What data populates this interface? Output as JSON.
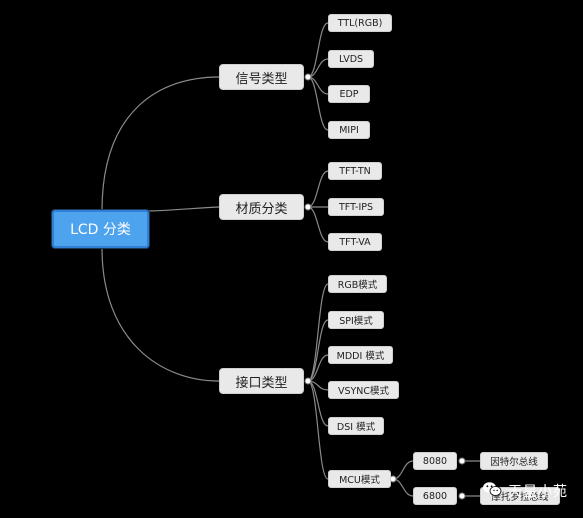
{
  "root": {
    "label": "LCD 分类"
  },
  "categories": [
    {
      "key": "signal",
      "label": "信号类型",
      "items": [
        "TTL(RGB)",
        "LVDS",
        "EDP",
        "MIPI"
      ]
    },
    {
      "key": "material",
      "label": "材质分类",
      "items": [
        "TFT-TN",
        "TFT-IPS",
        "TFT-VA"
      ]
    },
    {
      "key": "interface",
      "label": "接口类型",
      "items": [
        "RGB模式",
        "SPI模式",
        "MDDI 模式",
        "VSYNC模式",
        "DSI 模式",
        "MCU模式"
      ]
    }
  ],
  "mcu_children": [
    {
      "label": "8080",
      "child": "因特尔总线"
    },
    {
      "label": "6800",
      "child": "摩托罗拉总线"
    }
  ],
  "watermark": {
    "text": "天星小苑"
  },
  "colors": {
    "background": "#000000",
    "root_fill": "#4ea3ef",
    "node_fill": "#e9e9e9",
    "line": "#8a8a8a"
  }
}
